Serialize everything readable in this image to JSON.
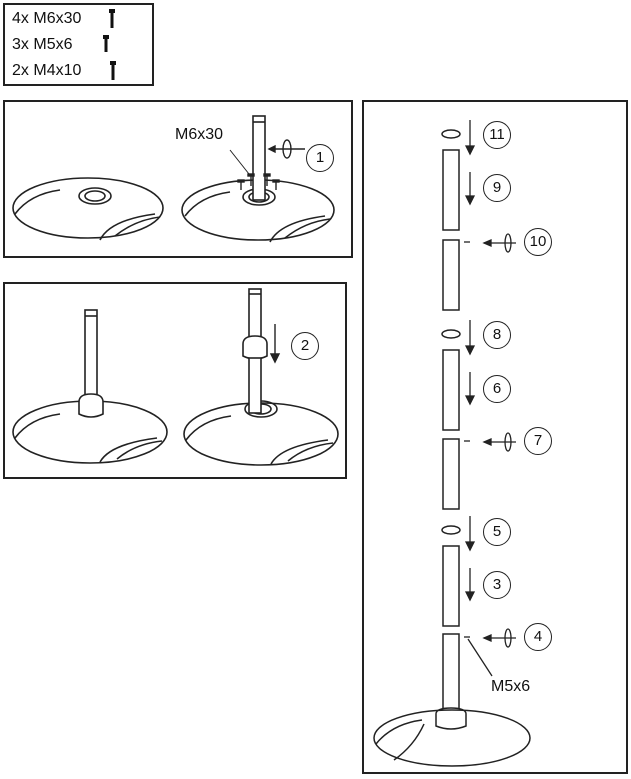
{
  "parts_list": [
    {
      "qty": "4x",
      "name": "M6x30"
    },
    {
      "qty": "3x",
      "name": "M5x6"
    },
    {
      "qty": "2x",
      "name": "M4x10"
    }
  ],
  "panel1": {
    "screw_label": "M6x30",
    "step": "1"
  },
  "panel2": {
    "step": "2"
  },
  "panel3": {
    "steps": [
      "11",
      "9",
      "10",
      "8",
      "6",
      "7",
      "5",
      "3",
      "4"
    ],
    "screw_label": "M5x6"
  },
  "icons": [
    "screw-icon",
    "rotate-arrow-icon",
    "down-arrow-icon"
  ]
}
